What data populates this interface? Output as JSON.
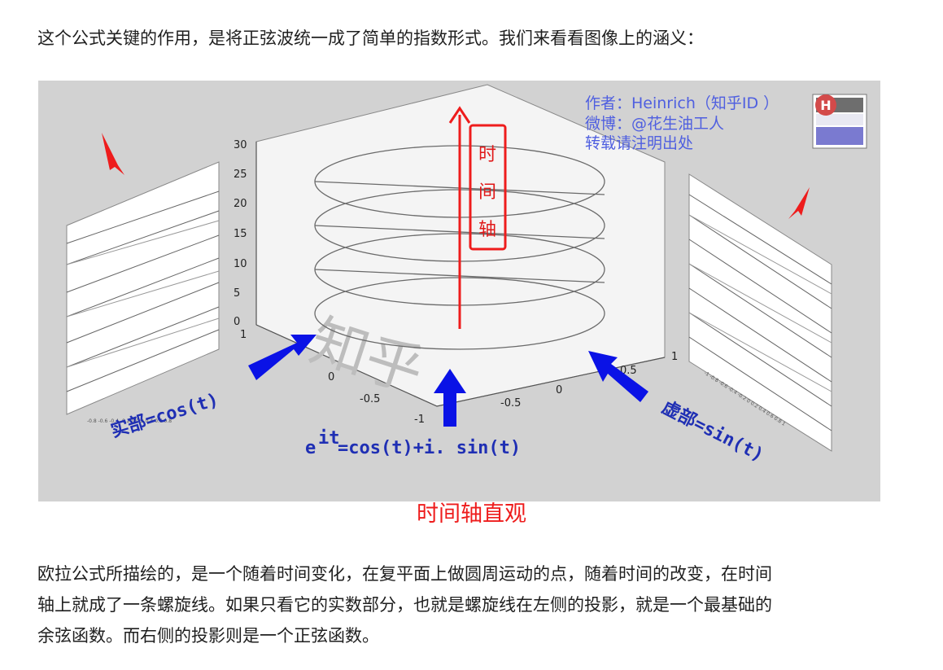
{
  "article": {
    "intro": "这个公式关键的作用，是将正弦波统一成了简单的指数形式。我们来看看图像上的涵义：",
    "caption": "时间轴直观",
    "body_line1": "欧拉公式所描绘的，是一个随着时间变化，在复平面上做圆周运动的点，随着时间的改变，在时间",
    "body_line2": "轴上就成了一条螺旋线。如果只看它的实数部分，也就是螺旋线在左侧的投影，就是一个最基础的",
    "body_line3": "余弦函数。而右侧的投影则是一个正弦函数。"
  },
  "figure": {
    "watermark_line1": "作者：Heinrich（知乎ID ）",
    "watermark_line2": "微博：@花生油工人",
    "watermark_line3": "转载请注明出处",
    "logo_letter": "H",
    "time_axis_label": [
      "时",
      "间",
      "轴"
    ],
    "real_label": "实部=cos(t)",
    "imag_label": "虚部=sin(t)",
    "formula_base": "e",
    "formula_exp": "it",
    "formula_rhs": "=cos(t)+i. sin(t)",
    "z_ticks": [
      "0",
      "5",
      "10",
      "15",
      "20",
      "25",
      "30"
    ],
    "left_axis_ticks": [
      "1",
      "0",
      "-0.5",
      "-1"
    ],
    "right_axis_ticks": [
      "0",
      "-0.5",
      "0.5",
      "1"
    ],
    "colors": {
      "background": "#d2d2d2",
      "accent_red": "#ee1c1c",
      "arrow_blue": "#0a12e6",
      "label_blue": "#1f2fb4",
      "watermark": "#4f5fe0"
    }
  }
}
